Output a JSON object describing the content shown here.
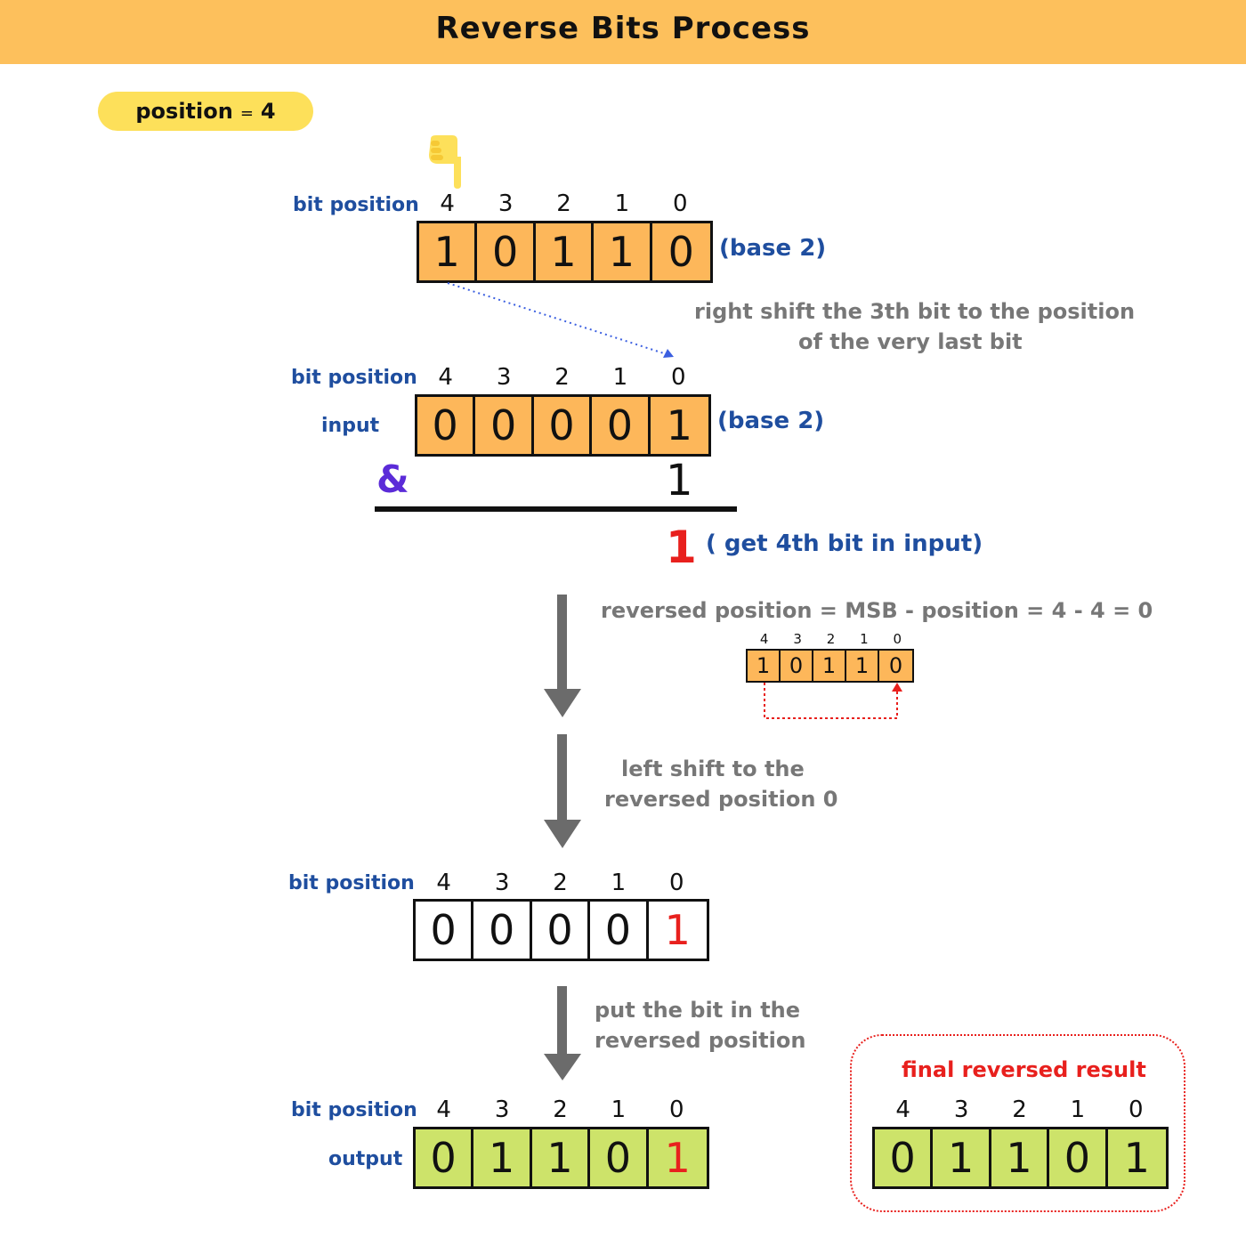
{
  "title": "Reverse Bits Process",
  "position_label": "position",
  "position_eq": "=",
  "position_value": "4",
  "pointer_icon": "pointing-hand-icon",
  "labels": {
    "bit_position": "bit position",
    "input": "input",
    "output": "output",
    "base2": "(base 2)",
    "and_symbol": "&",
    "mask_one": "1",
    "result_bit": "1",
    "get_bit_note": "( get 4th bit in input)"
  },
  "positions": [
    "4",
    "3",
    "2",
    "1",
    "0"
  ],
  "steps": {
    "right_shift_line1": "right shift the 3th bit to the position",
    "right_shift_line2": "of the very last bit",
    "reversed_position": "reversed position = MSB - position = 4 - 4 = 0",
    "left_shift_line1": "left shift to the",
    "left_shift_line2": "reversed position 0",
    "put_bit_line1": "put the bit in the",
    "put_bit_line2": "reversed position"
  },
  "arrays": {
    "original": [
      "1",
      "0",
      "1",
      "1",
      "0"
    ],
    "shifted_input": [
      "0",
      "0",
      "0",
      "0",
      "1"
    ],
    "mini": [
      "1",
      "0",
      "1",
      "1",
      "0"
    ],
    "left_shifted": [
      "0",
      "0",
      "0",
      "0",
      "1"
    ],
    "output": [
      "0",
      "1",
      "1",
      "0",
      "1"
    ],
    "final": [
      "0",
      "1",
      "1",
      "0",
      "1"
    ]
  },
  "final_title": "final reversed result",
  "colors": {
    "header": "#fdc05c",
    "pill": "#fde05a",
    "orange_cell": "#fdb75a",
    "green_cell": "#cde36a",
    "label_blue": "#1f4e9f",
    "highlight_red": "#e8201d",
    "and_purple": "#5b2bd8",
    "arrow_gray": "#6b6b6b"
  }
}
